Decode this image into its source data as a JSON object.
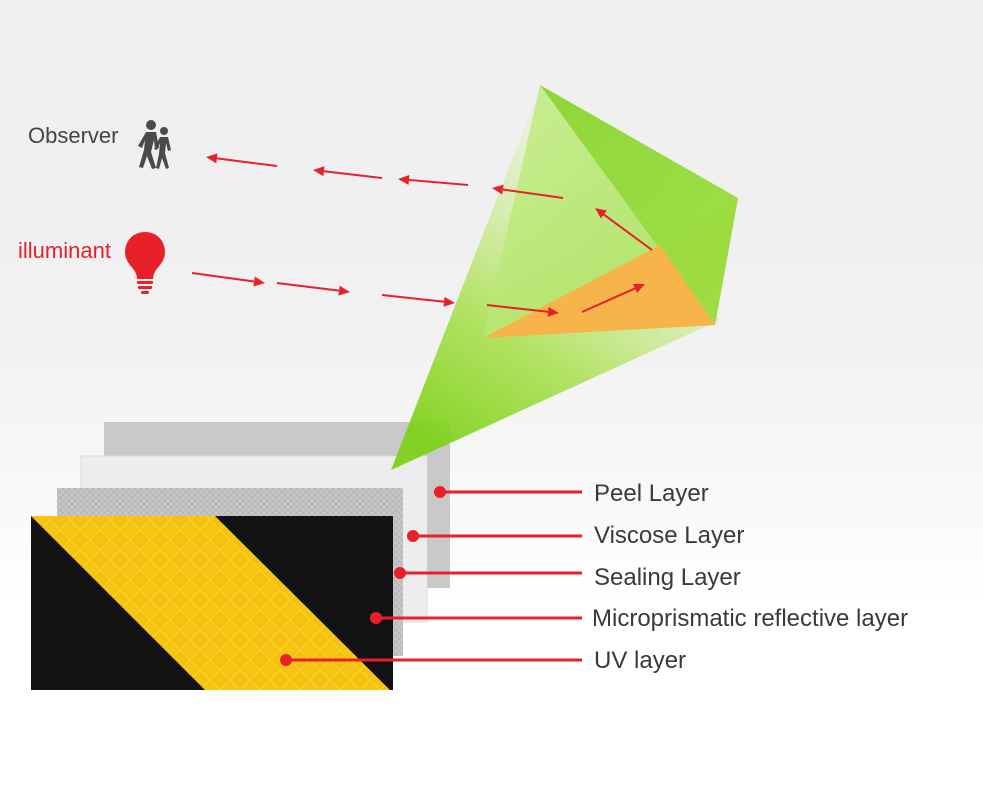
{
  "observer": {
    "label": "Observer",
    "icon": "pedestrians-icon"
  },
  "illuminant": {
    "label": "illuminant",
    "icon": "light-bulb-icon"
  },
  "layers": [
    {
      "label": "Peel Layer"
    },
    {
      "label": "Viscose Layer"
    },
    {
      "label": "Sealing Layer"
    },
    {
      "label": "Microprismatic reflective layer"
    },
    {
      "label": "UV layer"
    }
  ],
  "colors": {
    "arrow": "#e8202a",
    "prism_green": "#9fe04a",
    "prism_orange": "#f7b44a",
    "stripe_yellow": "#f4c20f",
    "stripe_black": "#121212",
    "label_text": "#3a3a3a"
  }
}
